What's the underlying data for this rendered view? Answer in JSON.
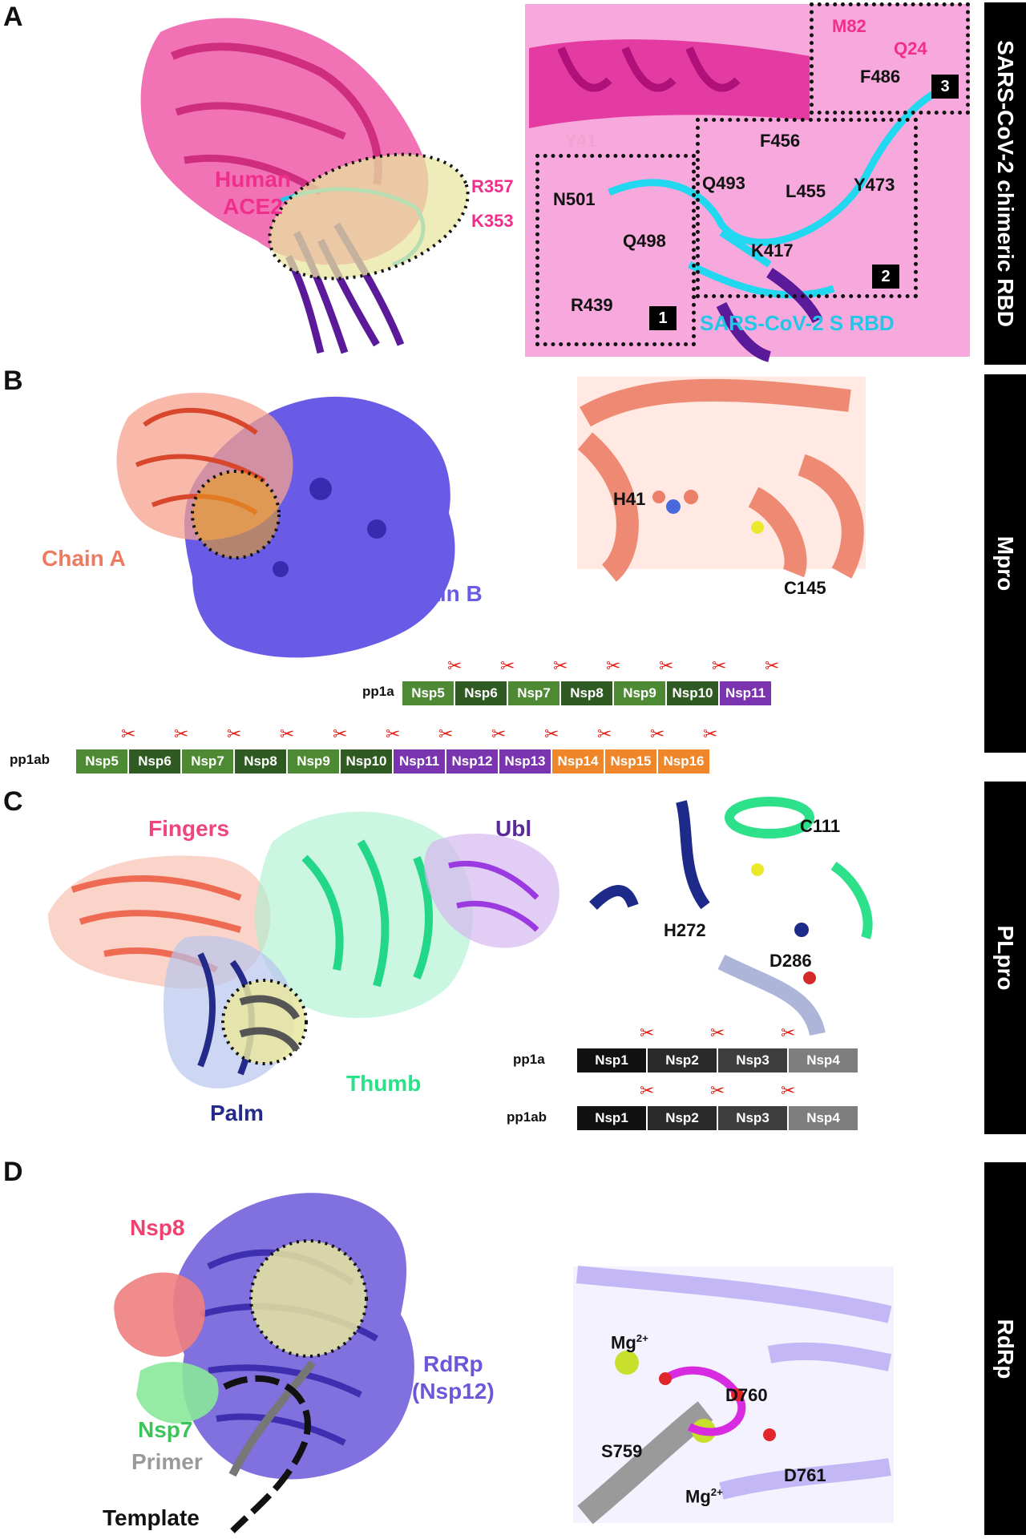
{
  "panels": {
    "A": {
      "letter": "A",
      "side_label": "SARS-CoV-2 chimeric RBD",
      "left_labels": {
        "ace2_line1": "Human",
        "ace2_line2": "ACE2"
      },
      "residues": {
        "M82": "M82",
        "Q24": "Q24",
        "F486": "F486",
        "Y41": "Y41",
        "F456": "F456",
        "R357": "R357",
        "K353": "K353",
        "N501": "N501",
        "Q493": "Q493",
        "Y473": "Y473",
        "L455": "L455",
        "Q498": "Q498",
        "K417": "K417",
        "R439": "R439"
      },
      "box_numbers": [
        "1",
        "2",
        "3"
      ],
      "rbd_label": "SARS-CoV-2 S RBD"
    },
    "B": {
      "letter": "B",
      "side_label": "Mpro",
      "chain_a": "Chain A",
      "chain_b": "Chain B",
      "residues": {
        "H41": "H41",
        "C145": "C145"
      },
      "pp1a": {
        "label": "pp1a",
        "segments": [
          "Nsp5",
          "Nsp6",
          "Nsp7",
          "Nsp8",
          "Nsp9",
          "Nsp10",
          "Nsp11"
        ]
      },
      "pp1ab": {
        "label": "pp1ab",
        "segments": [
          "Nsp5",
          "Nsp6",
          "Nsp7",
          "Nsp8",
          "Nsp9",
          "Nsp10",
          "Nsp11",
          "Nsp12",
          "Nsp13",
          "Nsp14",
          "Nsp15",
          "Nsp16"
        ]
      }
    },
    "C": {
      "letter": "C",
      "side_label": "PLpro",
      "domains": {
        "fingers": "Fingers",
        "ubl": "Ubl",
        "thumb": "Thumb",
        "palm": "Palm"
      },
      "residues": {
        "C111": "C111",
        "H272": "H272",
        "D286": "D286"
      },
      "pp1a": {
        "label": "pp1a",
        "segments": [
          "Nsp1",
          "Nsp2",
          "Nsp3",
          "Nsp4"
        ]
      },
      "pp1ab": {
        "label": "pp1ab",
        "segments": [
          "Nsp1",
          "Nsp2",
          "Nsp3",
          "Nsp4"
        ]
      }
    },
    "D": {
      "letter": "D",
      "side_label": "RdRp",
      "labels": {
        "nsp8": "Nsp8",
        "nsp7": "Nsp7",
        "rdrp_line1": "RdRp",
        "rdrp_line2": "(Nsp12)",
        "primer": "Primer",
        "template": "Template"
      },
      "residues": {
        "mg_base": "Mg",
        "mg_sup": "2+",
        "D760": "D760",
        "S759": "S759",
        "D761": "D761"
      }
    }
  },
  "colors": {
    "ace2": "#ee2f8c",
    "rbd": "#22c7e8",
    "chainA": "#ee7a62",
    "chainB": "#6a5be6",
    "nsp_green_light": "#4e8a34",
    "nsp_green_dark": "#2f5a22",
    "nsp_purple": "#7b34b0",
    "nsp_orange": "#f0862a",
    "fingers": "#f0447f",
    "ubl": "#5a2a9a",
    "thumb": "#2de08a",
    "palm": "#232a8a",
    "nsp8": "#f04070",
    "nsp7": "#3cc45a",
    "rdrp": "#6a58d8",
    "primer": "#9a9a9a",
    "template": "#111111",
    "highlight": "#e8e6a0"
  }
}
